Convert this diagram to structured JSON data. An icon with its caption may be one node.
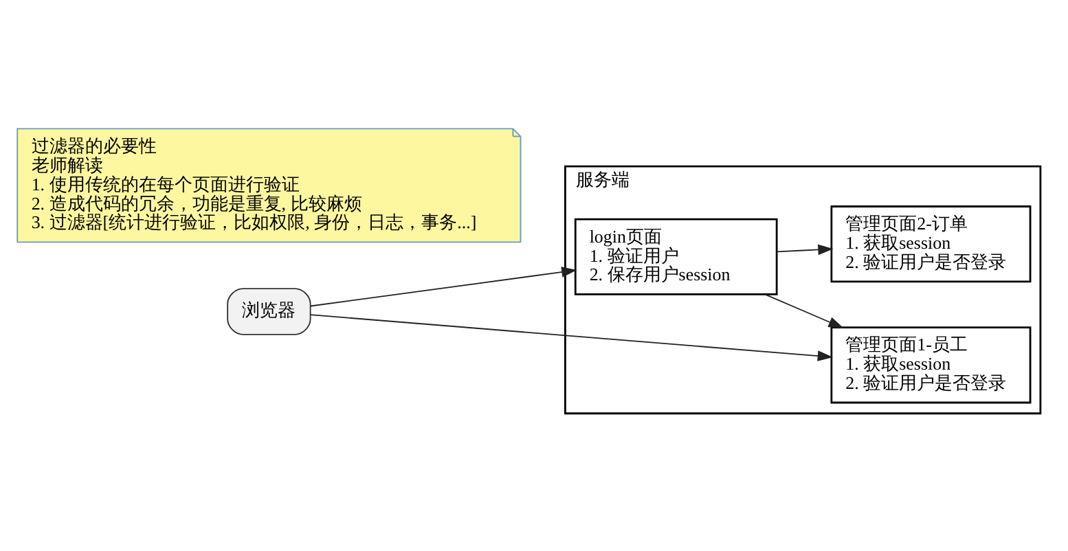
{
  "diagram": {
    "nodes": [
      {
        "text": [
          "浏览器"
        ]
      },
      {
        "text": [
          "过滤器的必要性",
          "老师解读",
          "1. 使用传统的在每个页面进行验证",
          "2. 造成代码的冗余，功能是重复, 比较麻烦",
          "3. 过滤器[统计进行验证，比如权限, 身份，日志，事务...]"
        ]
      },
      {
        "text": [
          "服务端"
        ]
      },
      {
        "text": [
          "login页面",
          "1. 验证用户",
          "2. 保存用户session"
        ],
        "in": 2
      },
      {
        "text": [
          "管理页面1-员工",
          "1. 获取session",
          "2. 验证用户是否登录"
        ],
        "in": 2
      },
      {
        "text": [
          "管理页面2-订单",
          "1. 获取session",
          "2. 验证用户是否登录"
        ],
        "in": 2
      }
    ],
    "edges": [
      {
        "from": 0,
        "to": 3,
        "arrow": "to"
      },
      {
        "from": 3,
        "to": 4,
        "arrow": "to"
      },
      {
        "from": 3,
        "to": 5,
        "arrow": "to"
      },
      {
        "from": 0,
        "to": 4,
        "arrow": "to"
      }
    ]
  }
}
